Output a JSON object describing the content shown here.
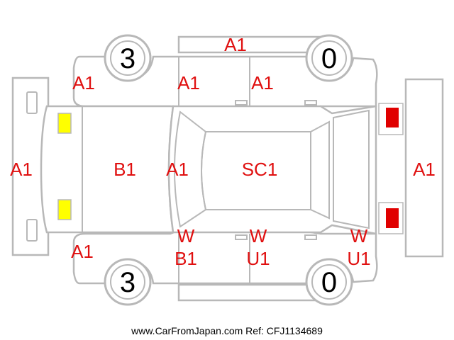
{
  "colors": {
    "outline": "#b8b8b8",
    "defect_code": "#e01010",
    "front_lamp": "#ffff00",
    "rear_lamp": "#e00000"
  },
  "tire_tread": {
    "front_left": "3",
    "rear_left": "0",
    "front_right": "3",
    "rear_right": "0"
  },
  "panels": {
    "top_rocker": "A1",
    "front_fender_top": "A1",
    "front_door_top": "A1",
    "rear_door_top": "A1",
    "front_bumper": "A1",
    "hood": "B1",
    "windshield": "A1",
    "roof": "SC1",
    "rear_bumper": "A1",
    "front_fender_bottom": "A1",
    "front_door_bottom": "W\nB1",
    "rear_door_bottom": "W\nU1",
    "rear_quarter_bottom": "W\nU1"
  },
  "footer": {
    "credit": "www.CarFromJapan.com Ref: CFJ1134689"
  }
}
